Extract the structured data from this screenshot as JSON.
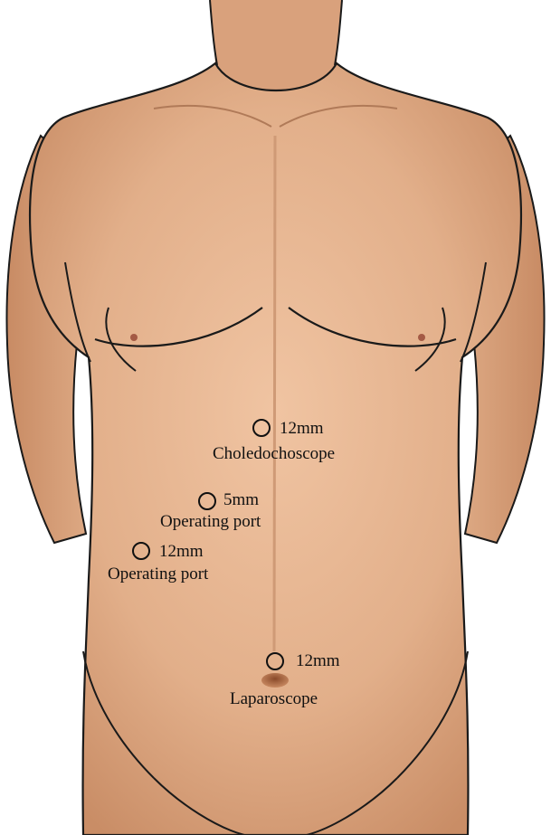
{
  "figure": {
    "skin_color": "#e4b48f",
    "outline_color": "#1a1a1a",
    "marker_color": "#111111"
  },
  "ports": [
    {
      "id": "choledochoscope",
      "size": "12mm",
      "name": "Choledochoscope"
    },
    {
      "id": "operating-5",
      "size": "5mm",
      "name": "Operating port"
    },
    {
      "id": "operating-12",
      "size": "12mm",
      "name": "Operating port"
    },
    {
      "id": "laparoscope",
      "size": "12mm",
      "name": "Laparoscope"
    }
  ]
}
